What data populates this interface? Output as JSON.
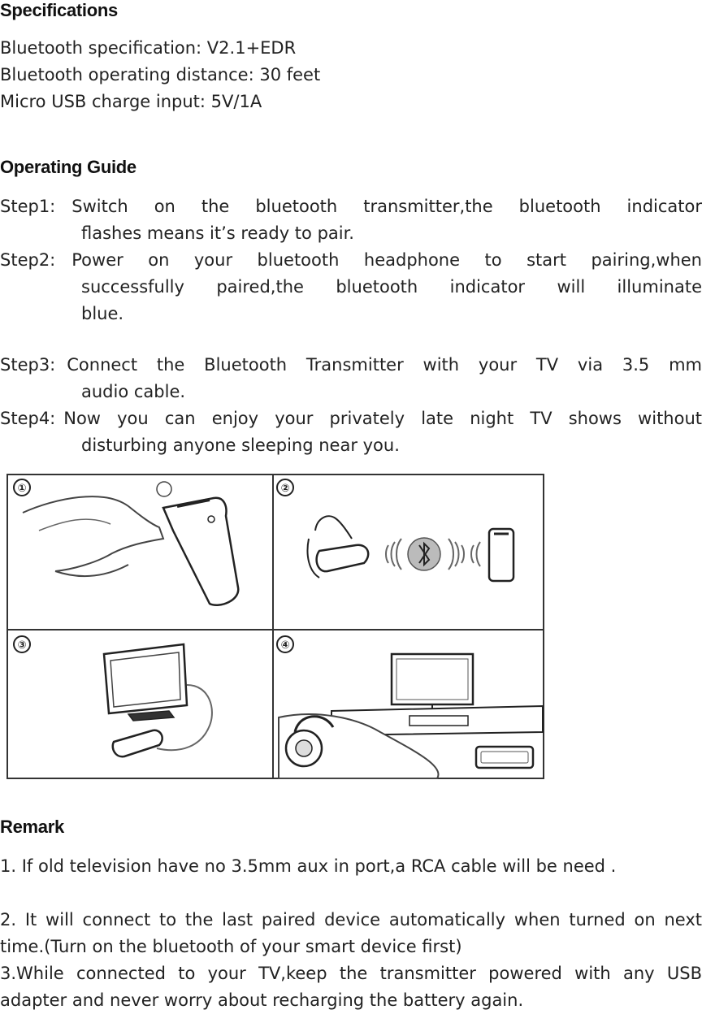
{
  "specifications": {
    "heading": "Specifications",
    "lines": [
      "Bluetooth specification: V2.1+EDR",
      "Bluetooth operating distance: 30 feet",
      "Micro USB charge input: 5V/1A"
    ]
  },
  "operating_guide": {
    "heading": "Operating Guide",
    "steps": [
      {
        "label": "Step1:",
        "lines": [
          "Switch on the bluetooth transmitter,the bluetooth indicator",
          "flashes means it’s ready to pair."
        ]
      },
      {
        "label": "Step2:",
        "lines": [
          "Power on your bluetooth headphone to start pairing,when",
          "successfully paired,the bluetooth indicator will illuminate",
          "blue."
        ]
      },
      {
        "label": "Step3:",
        "lines": [
          "Connect the Bluetooth Transmitter with your TV via 3.5 mm",
          "audio cable."
        ]
      },
      {
        "label": "Step4:",
        "lines": [
          "Now you can enjoy your privately late night TV shows without",
          "disturbing anyone sleeping near you."
        ]
      }
    ]
  },
  "figure": {
    "panels": [
      "①",
      "②",
      "③",
      "④"
    ]
  },
  "remark": {
    "heading": "Remark",
    "items": [
      "1. If old television have no 3.5mm aux in port,a RCA cable will be need .",
      "2. It will connect to the last paired device automatically when turned on next time.(Turn on the bluetooth of   your smart device first)",
      "3.While connected to your TV,keep the transmitter powered with any USB adapter and never worry about recharging the battery again."
    ]
  }
}
